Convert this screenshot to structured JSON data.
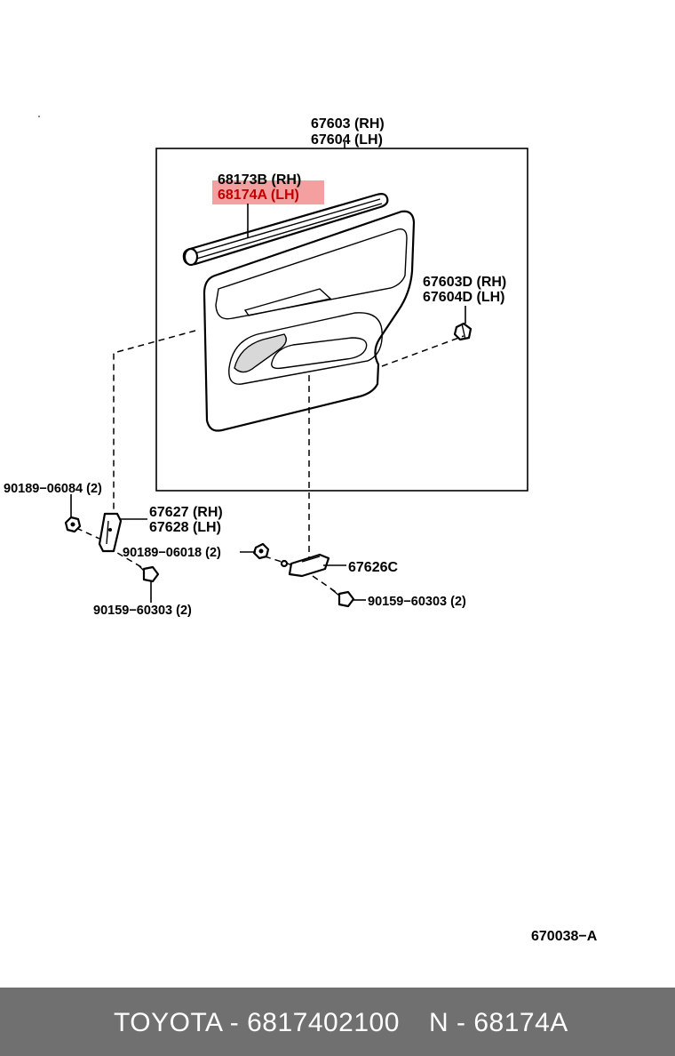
{
  "labels": {
    "main_rh": "67603 (RH)",
    "main_lh": "67604 (LH)",
    "seal_rh": "68173B (RH)",
    "seal_lh": "68174A (LH)",
    "clip_rh": "67603D (RH)",
    "clip_lh": "67604D (LH)",
    "screw_a": "90189−06084 (2)",
    "bracket_rh": "67627 (RH)",
    "bracket_lh": "67628 (LH)",
    "screw_b": "90189−06018 (2)",
    "bracket_c": "67626C",
    "bolt_left": "90159−60303 (2)",
    "bolt_right": "90159−60303 (2)",
    "diagram_ref": "670038−A"
  },
  "highlight": {
    "color": "#f5a0a0",
    "label_color": "#c00000"
  },
  "footer": {
    "brand_part": "TOYOTA - 6817402100",
    "code": "N - 68174A",
    "background": "#707070"
  }
}
